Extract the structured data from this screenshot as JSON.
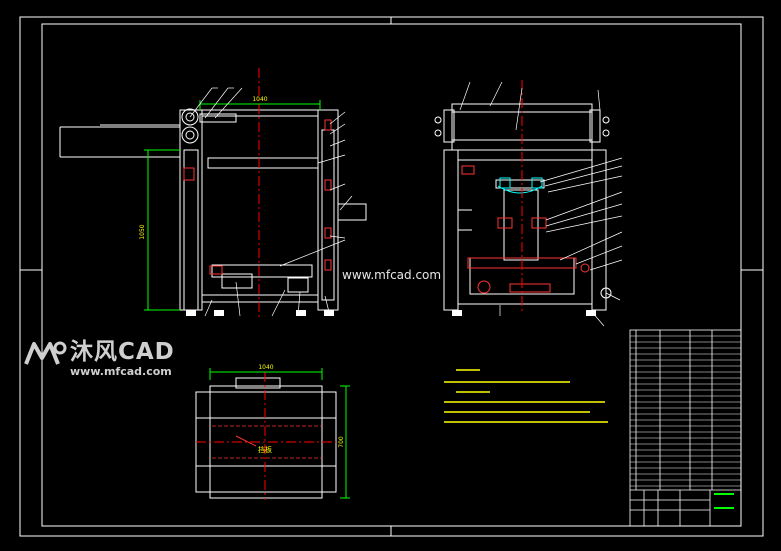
{
  "watermark": {
    "brand": "沐风CAD",
    "url": "www.mfcad.com"
  },
  "center_watermark": "www.mfcad.com",
  "dimensions": {
    "front_width": "1040",
    "front_height": "1050",
    "plan_width": "1040",
    "plan_depth": "700"
  },
  "plan_note": "挡板",
  "colors": {
    "background": "#000000",
    "lines": "#ffffff",
    "dimension": "#00ff00",
    "centerline": "#ff0000",
    "hidden": "#ff3333",
    "accent": "#00ffff",
    "text": "#ffff00"
  }
}
